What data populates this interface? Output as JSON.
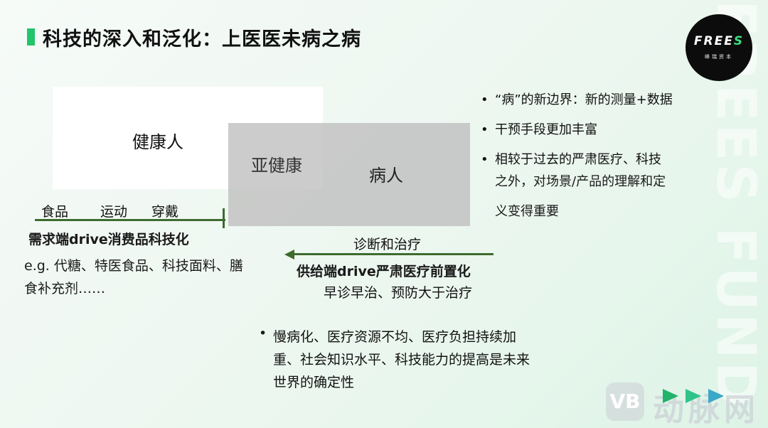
{
  "title": "科技的深入和泛化：上医医未病之病",
  "logo": {
    "word_main": "FREE",
    "word_accent": "S",
    "sub": "峰瑞资本"
  },
  "watermark_vertical": "FREES FUND",
  "diagram": {
    "healthy": "健康人",
    "subhealthy": "亚健康",
    "patient": "病人"
  },
  "demand": {
    "items": [
      "食品",
      "运动",
      "穿戴"
    ],
    "heading": "需求端drive消费品科技化",
    "examples": "e.g. 代糖、特医食品、科技面料、膳食补充剂……"
  },
  "supply": {
    "label": "诊断和治疗",
    "heading": "供给端drive严肃医疗前置化",
    "sub": "早诊早治、预防大于治疗"
  },
  "right_bullets": {
    "dot": "•",
    "b1": "“病”的新边界：新的测量+数据",
    "b2": "干预手段更加丰富",
    "b3_line1": "相较于过去的严肃医疗、科技",
    "b3_line2": "之外，对场景/产品的理解和定",
    "b3_line3": "义变得重要"
  },
  "bottom_bullet": {
    "dot": "•",
    "text": "慢病化、医疗资源不均、医疗负担持续加重、社会知识水平、科技能力的提高是未来世界的确定性"
  },
  "watermark": {
    "logo": "VB",
    "text": "动脉网"
  },
  "colors": {
    "accent": "#21c56b",
    "arrow": "#3e6b2e"
  }
}
